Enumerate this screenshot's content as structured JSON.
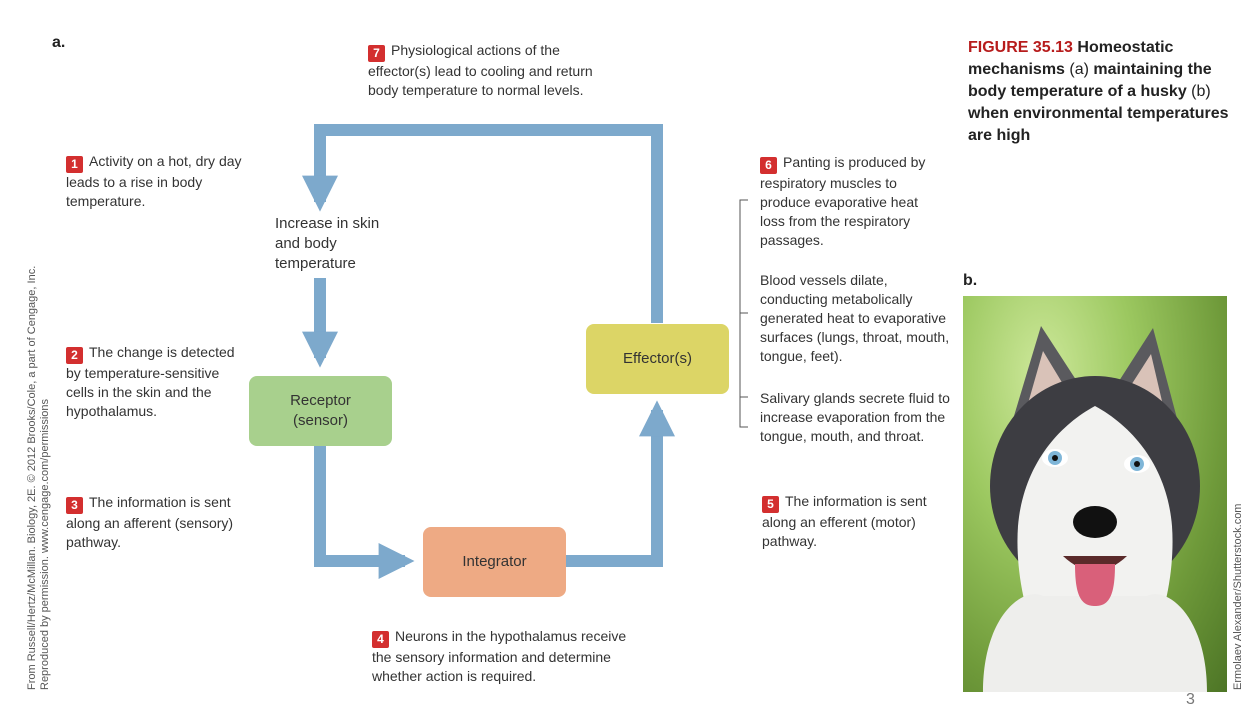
{
  "panels": {
    "a": "a.",
    "b": "b."
  },
  "notes": {
    "n1": {
      "num": "1",
      "text": "Activity on a hot, dry day leads to a rise in body temperature."
    },
    "n2": {
      "num": "2",
      "text": "The change is detected by temperature-sensitive cells in the skin and the hypothalamus."
    },
    "n3": {
      "num": "3",
      "text": "The information is sent along an afferent (sensory) pathway."
    },
    "n4": {
      "num": "4",
      "text": "Neurons in the hypothalamus receive the sensory information and determine whether action is required."
    },
    "n5": {
      "num": "5",
      "text": "The information is sent along an efferent (motor) pathway."
    },
    "n6": {
      "num": "6",
      "text": "Panting is produced by respiratory muscles to produce evaporative heat loss from the respiratory passages."
    },
    "n7": {
      "num": "7",
      "text": "Physiological actions of the effector(s) lead to cooling and return body temperature to normal levels."
    }
  },
  "effects": {
    "blood_vessels": "Blood vessels dilate, conducting metabolically generated heat to evaporative surfaces (lungs, throat, mouth, tongue, feet).",
    "salivary": "Salivary glands secrete fluid to increase evaporation from the tongue, mouth, and throat."
  },
  "stimulus": "Increase in skin and body temperature",
  "boxes": {
    "receptor": "Receptor (sensor)",
    "integrator": "Integrator",
    "effector": "Effector(s)"
  },
  "caption": {
    "figure": "FIGURE 35.13",
    "part1": "Homeostatic mechanisms",
    "part2": "(a)",
    "part3": "maintaining the body temperature of a husky",
    "part4": "(b)",
    "part5": "when environmental temperatures are high"
  },
  "credits": {
    "left_line1": "From Russell/Hertz/McMillan. Biology, 2E. © 2012 Brooks/Cole, a part of Cengage, Inc.",
    "left_line2": "Reproduced by permission. www.cengage.com/permissions",
    "photo": "Ermolaev Alexander/Shutterstock.com"
  },
  "page_number": "3",
  "colors": {
    "arrow": "#7da9cc",
    "receptor": "#a8d08d",
    "integrator": "#eeaa84",
    "effector": "#dcd566",
    "badge": "#d32f2f",
    "figure_label": "#b71c1c"
  }
}
